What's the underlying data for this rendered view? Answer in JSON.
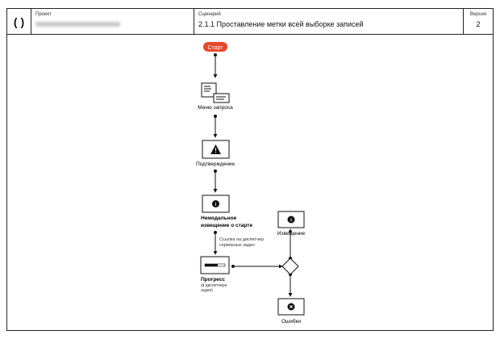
{
  "header": {
    "logo": "( )",
    "project_label": "Проект",
    "scenario_label": "Сценарий",
    "scenario_value": "2.1.1 Проставление метки всей выборке записей",
    "version_label": "Версия",
    "version_value": "2"
  },
  "diagram": {
    "start": "Старт",
    "start_color": "#e8472a",
    "nodes": {
      "menu": "Меню запроса",
      "confirm": "Подтверждение",
      "notice_start_1": "Немодальное",
      "notice_start_2": "извещение о старте",
      "link_note_1": "Ссылка на диспетчер",
      "link_note_2": "серверных задач",
      "progress": "Прогресс",
      "progress_sub_1": "(в диспетчере",
      "progress_sub_2": "задач)",
      "notice": "Извещение",
      "errors": "Ошибки"
    }
  }
}
